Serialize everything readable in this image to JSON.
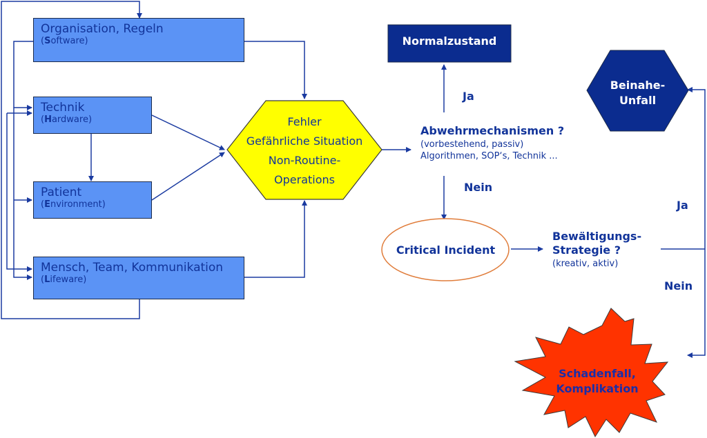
{
  "colors": {
    "box_fill": "#5b93f5",
    "text_blue": "#12349a",
    "dark_navy": "#0b2c8f",
    "hex_yellow": "#ffff00",
    "arrow": "#1a3aa0",
    "burst_red": "#ff3300",
    "ellipse_border": "#e07c3a"
  },
  "boxes": {
    "software": {
      "title": "Organisation, Regeln",
      "paren_open": "(",
      "initial": "S",
      "rest": "oftware)"
    },
    "hardware": {
      "title": "Technik",
      "paren_open": "(",
      "initial": "H",
      "rest": "ardware)"
    },
    "environment": {
      "title": "Patient",
      "paren_open": "(",
      "initial": "E",
      "rest": "nvironment)"
    },
    "lifeware": {
      "title": "Mensch, Team, Kommunikation",
      "paren_open": "(",
      "initial": "L",
      "rest": "ifeware)"
    }
  },
  "hexagon": {
    "line1": "Fehler",
    "line2": "Gefährliche Situation",
    "line3": "Non-Routine-",
    "line4": "Operations"
  },
  "normalzustand": "Normalzustand",
  "beinahe": {
    "line1": "Beinahe-",
    "line2": "Unfall"
  },
  "abwehr": {
    "title": "Abwehrmechanismen ?",
    "sub1": "(vorbestehend, passiv)",
    "sub2": "Algorithmen, SOP‘s, Technik ..."
  },
  "ja_top": "Ja",
  "nein_mid": "Nein",
  "critical_incident": "Critical Incident",
  "bewaeltigung": {
    "line1": "Bewältigungs-",
    "line2": "Strategie ?",
    "sub": "(kreativ, aktiv)"
  },
  "ja_right": "Ja",
  "nein_right": "Nein",
  "schadenfall": {
    "line1": "Schadenfall,",
    "line2": "Komplikation"
  }
}
